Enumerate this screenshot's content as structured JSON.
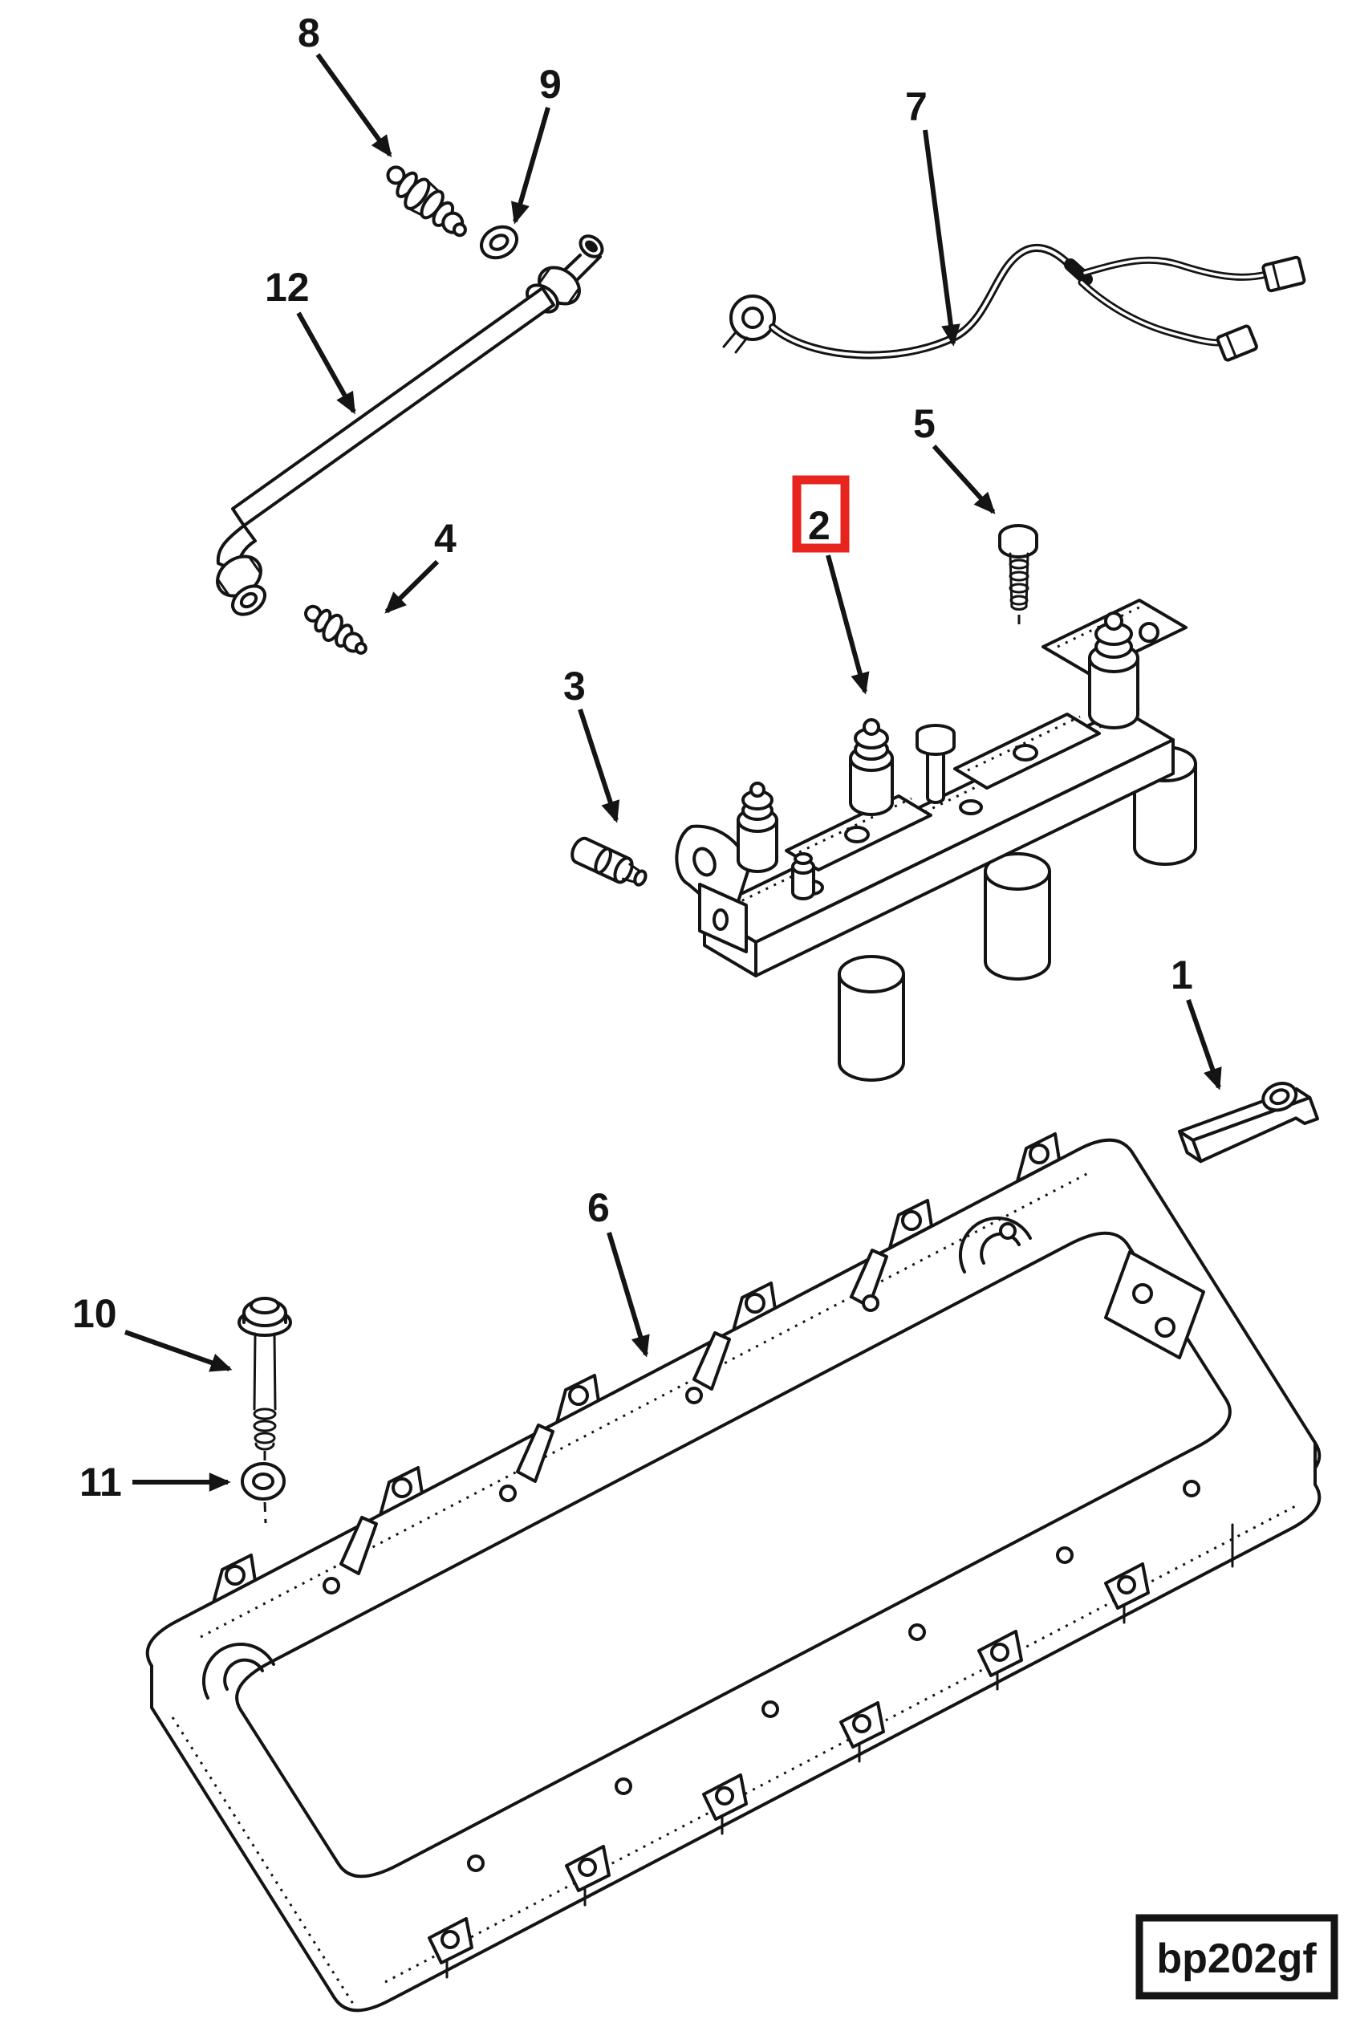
{
  "figure": {
    "type": "exploded-parts-diagram",
    "drawing_code": "bp202gf",
    "background_color": "#ffffff",
    "line_color": "#141414"
  },
  "highlight": {
    "part": "2",
    "box_color": "#e8241e"
  },
  "callouts": {
    "c1": {
      "number": "1"
    },
    "c2": {
      "number": "2"
    },
    "c3": {
      "number": "3"
    },
    "c4": {
      "number": "4"
    },
    "c5": {
      "number": "5"
    },
    "c6": {
      "number": "6"
    },
    "c7": {
      "number": "7"
    },
    "c8": {
      "number": "8"
    },
    "c9": {
      "number": "9"
    },
    "c10": {
      "number": "10"
    },
    "c11": {
      "number": "11"
    },
    "c12": {
      "number": "12"
    }
  },
  "parts": {
    "1": "retainer-bracket",
    "2": "rocker-lever-housing",
    "3": "pipe-plug",
    "4": "tube-fitting",
    "5": "hex-screw",
    "6": "valve-cover-spacer-frame",
    "7": "wiring-harness",
    "8": "hose-fitting",
    "9": "sealing-ring",
    "10": "flange-bolt",
    "11": "plain-washer",
    "12": "drain-tube"
  },
  "code_box": {
    "text": "bp202gf"
  }
}
